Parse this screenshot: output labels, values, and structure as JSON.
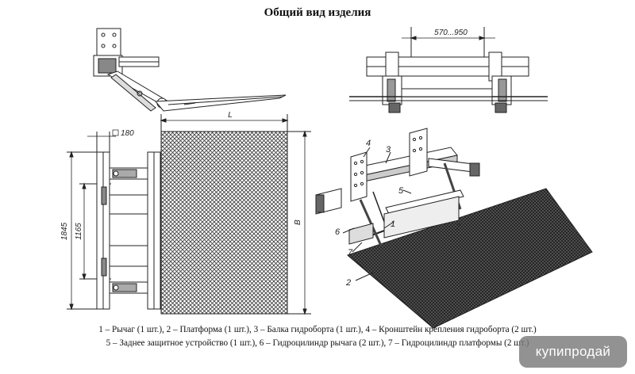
{
  "title": "Общий вид изделия",
  "dimensions": {
    "range": "570...950",
    "length": "L",
    "width": "B",
    "top": "180",
    "height_outer": "1845",
    "height_inner": "1165"
  },
  "callouts": [
    "1",
    "2",
    "3",
    "4",
    "5",
    "6",
    "7",
    "7"
  ],
  "legend": {
    "line1": "1 – Рычаг (1 шт.), 2 – Платформа (1 шт.), 3 – Балка гидроборта (1 шт.), 4 – Кронштейн крепления гидроборта (2 шт.)",
    "line2": "5 – Заднее защитное устройство (1 шт.), 6 – Гидроцилиндр рычага (2 шт.), 7 – Гидроцилиндр платформы (2 шт.)"
  },
  "watermark": "купипродай",
  "colors": {
    "line": "#222222",
    "mesh": "#3a3a3a",
    "badge": "#7a7a7a"
  }
}
